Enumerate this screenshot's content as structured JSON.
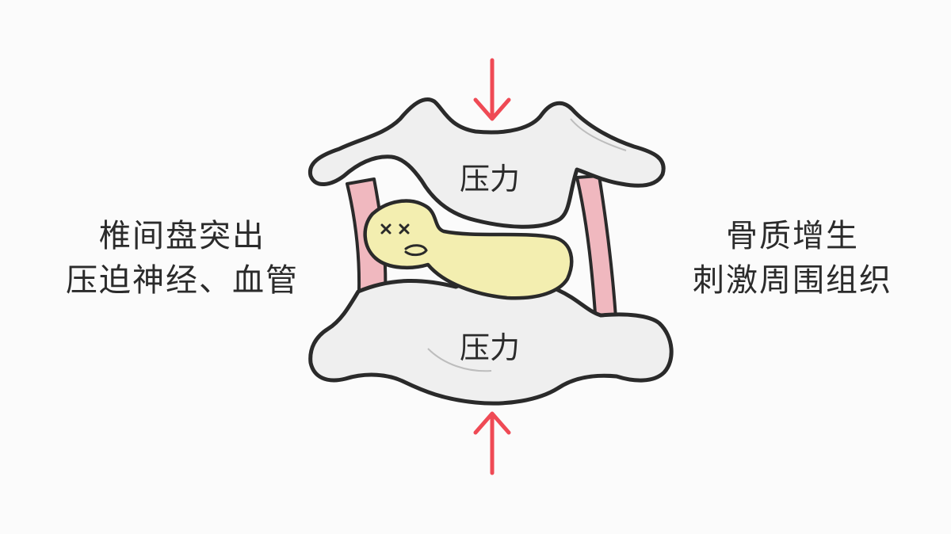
{
  "left_label": {
    "line1": "椎间盘突出",
    "line2": "压迫神经、血管"
  },
  "right_label": {
    "line1": "骨质增生",
    "line2": "刺激周围组织"
  },
  "vertebra_top": {
    "label": "压力"
  },
  "vertebra_bottom": {
    "label": "压力"
  },
  "colors": {
    "bone": "#efefef",
    "outline": "#2a2a2a",
    "disc": "#f3eeb0",
    "ligament": "#f0b8bf",
    "arrow": "#ef4a55"
  }
}
